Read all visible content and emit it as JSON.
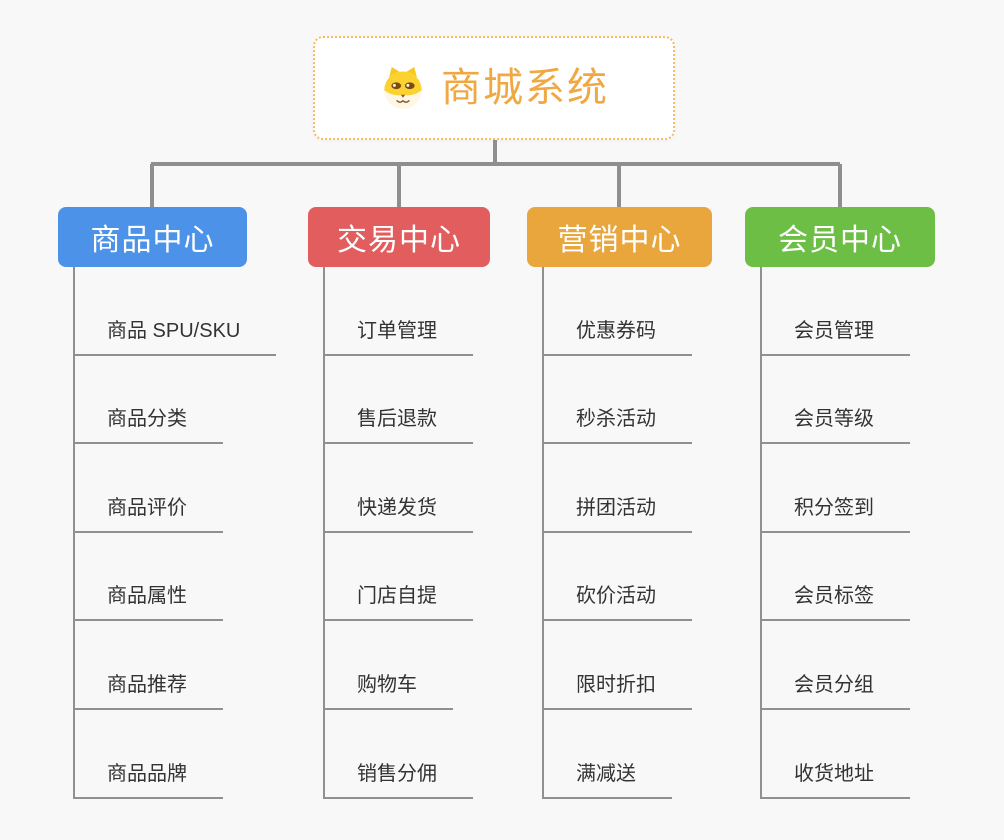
{
  "root": {
    "title": "商城系统",
    "icon": "doge-icon",
    "title_color": "#F0A842",
    "border_color": "#F5BC63"
  },
  "branches": [
    {
      "label": "商品中心",
      "color": "#4B92E8",
      "items": [
        "商品 SPU/SKU",
        "商品分类",
        "商品评价",
        "商品属性",
        "商品推荐",
        "商品品牌"
      ]
    },
    {
      "label": "交易中心",
      "color": "#E25D5D",
      "items": [
        "订单管理",
        "售后退款",
        "快递发货",
        "门店自提",
        "购物车",
        "销售分佣"
      ]
    },
    {
      "label": "营销中心",
      "color": "#E9A63C",
      "items": [
        "优惠券码",
        "秒杀活动",
        "拼团活动",
        "砍价活动",
        "限时折扣",
        "满减送"
      ]
    },
    {
      "label": "会员中心",
      "color": "#6CBE45",
      "items": [
        "会员管理",
        "会员等级",
        "积分签到",
        "会员标签",
        "会员分组",
        "收货地址"
      ]
    }
  ]
}
